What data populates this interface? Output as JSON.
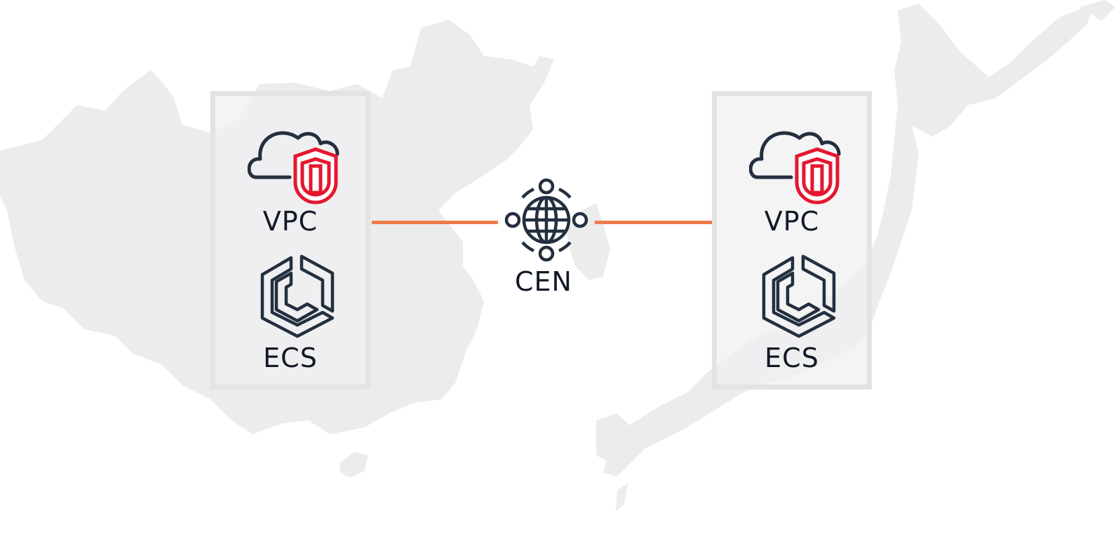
{
  "colors": {
    "map": "#ececed",
    "line": "#ef7a4c",
    "icon_stroke": "#232f3e",
    "shield": "#e5172f"
  },
  "regions": [
    {
      "vpc_label": "VPC",
      "ecs_label": "ECS",
      "vpc_icon": "vpc-cloud-shield-icon",
      "ecs_icon": "ecs-hexagon-icon"
    },
    {
      "vpc_label": "VPC",
      "ecs_label": "ECS",
      "vpc_icon": "vpc-cloud-shield-icon",
      "ecs_icon": "ecs-hexagon-icon"
    }
  ],
  "cen": {
    "label": "CEN",
    "icon": "cen-globe-network-icon"
  },
  "background": {
    "icon": "world-map-east-asia"
  }
}
